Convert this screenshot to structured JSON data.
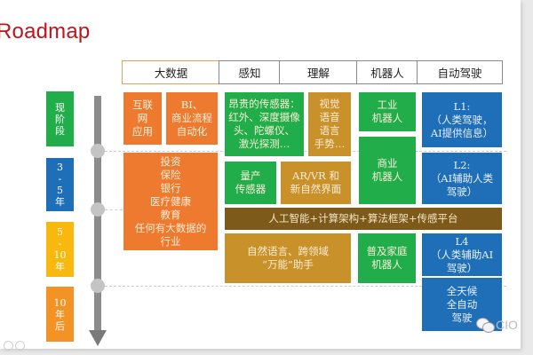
{
  "title": "Roadmap",
  "header": {
    "columns": [
      "大数据",
      "感知",
      "理解",
      "机器人",
      "自动驾驶"
    ]
  },
  "stages": [
    {
      "label": "现\n阶\n段",
      "color": "#21ad4a"
    },
    {
      "label": "3\n-\n5\n年",
      "color": "#1f6fb8"
    },
    {
      "label": "5\n-\n10\n年",
      "color": "#f9b80e"
    },
    {
      "label": "10\n年\n后",
      "color": "#f39325"
    }
  ],
  "cells": {
    "internet_apps": "互联\n网\n应用",
    "bi_automation": "BI、\n商业流程\n自动化",
    "cheap_sensors": "昂贵的传感器：\n红外、深度摄像\n头、陀螺仪、\n激光探测…",
    "vision_voice": "视觉\n语音\n语言\n手势…",
    "industrial_robot": "工业\n机器人",
    "l1": "L1:\n（人类驾驶，\nAI提供信息）",
    "big_data_industries": "投资\n保险\n银行\n医疗健康\n教育\n任何有大数据的\n行业",
    "mass_sensors": "量产\n传感器",
    "ar_vr": "AR/VR 和\n新自然界面",
    "commercial_robot": "商业\n机器人",
    "l2": "L2:\n（AI辅助人类\n驾驶）",
    "ai_platform": "人工智能+计算架构+算法框架+传感平台",
    "nl_assistant": "自然语言、跨领域\n“万能”助手",
    "home_robot": "普及家庭\n机器人",
    "l4": "L4\n（人类辅助AI\n驾驶）",
    "full_auto": "全天候\n全自动\n驾驶"
  },
  "watermark": "CIO"
}
